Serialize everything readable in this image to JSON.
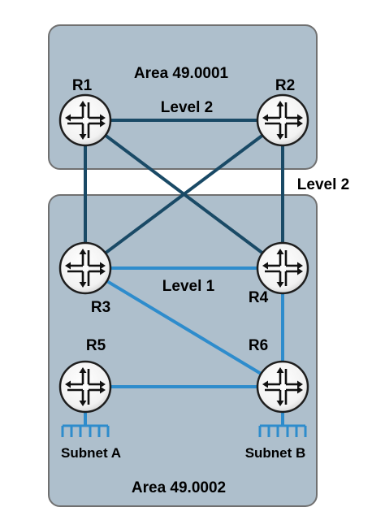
{
  "areas": {
    "top": {
      "label": "Area 49.0001"
    },
    "bottom": {
      "label": "Area 49.0002"
    }
  },
  "routers": {
    "r1": {
      "label": "R1"
    },
    "r2": {
      "label": "R2"
    },
    "r3": {
      "label": "R3"
    },
    "r4": {
      "label": "R4"
    },
    "r5": {
      "label": "R5"
    },
    "r6": {
      "label": "R6"
    }
  },
  "links": {
    "level2_top": "Level 2",
    "level2_side": "Level 2",
    "level1": "Level 1"
  },
  "subnets": {
    "a": "Subnet A",
    "b": "Subnet B"
  },
  "colors": {
    "area_fill": "#aebfcc",
    "area_stroke": "#707070",
    "level2_link": "#1a4a66",
    "level1_link": "#2e8ccc",
    "router_fill": "#ffffff",
    "router_stroke": "#222222"
  }
}
